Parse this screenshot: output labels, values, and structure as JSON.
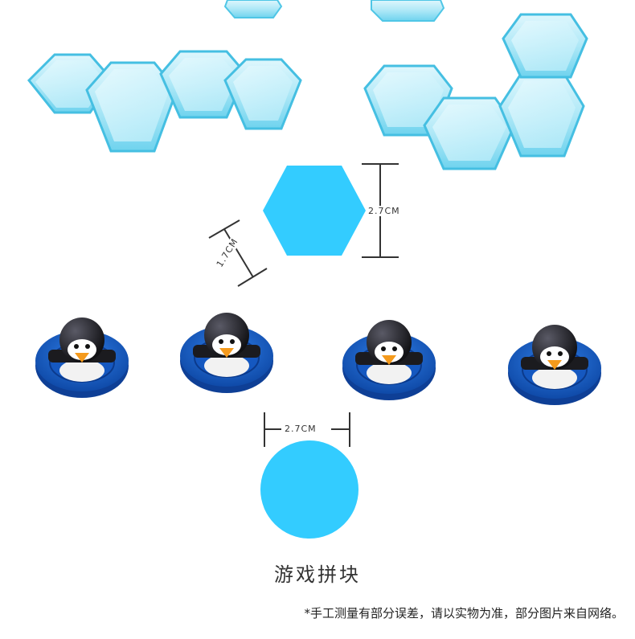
{
  "colors": {
    "accent": "#33ccff",
    "ice_light": "#b6ecf8",
    "ice_edge": "#4fc6e6",
    "ice_deep": "#2eb4db",
    "disc_blue": "#1a5ec9",
    "disc_dark": "#0e3f96",
    "penguin_black": "#1b1b1f",
    "beak_orange": "#f59a1c",
    "text": "#333333"
  },
  "dimensions": {
    "hex_height": "2.7CM",
    "hex_side": "1.7CM",
    "circle_diameter": "2.7CM"
  },
  "caption": "游戏拼块",
  "note": "*手工测量有部分误差，请以实物为准，部分图片来自网络。",
  "icons": [
    "hexagon-icon",
    "circle-icon",
    "penguin-icon"
  ]
}
